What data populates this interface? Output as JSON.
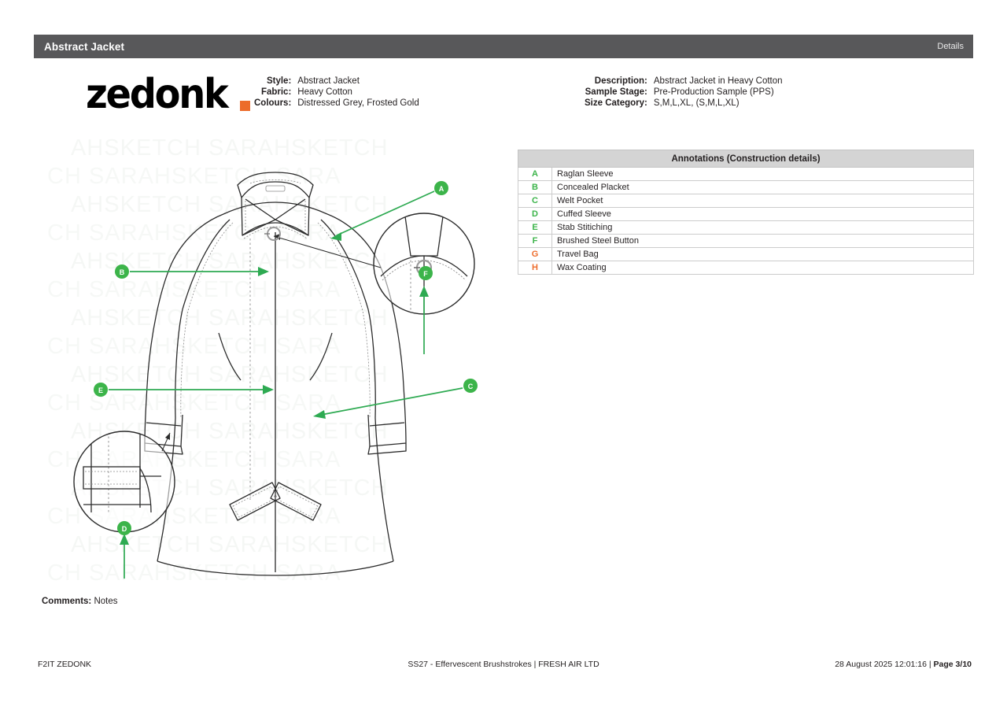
{
  "header": {
    "title": "Abstract Jacket",
    "right_label": "Details"
  },
  "brand": {
    "logo_text": "zedonk",
    "logo_dot_color": "#ec6c2b"
  },
  "info_left": [
    {
      "label": "Style:",
      "value": "Abstract Jacket"
    },
    {
      "label": "Fabric:",
      "value": "Heavy Cotton"
    },
    {
      "label": "Colours:",
      "value": "Distressed Grey, Frosted Gold"
    }
  ],
  "info_right": [
    {
      "label": "Description:",
      "value": "Abstract Jacket in Heavy Cotton"
    },
    {
      "label": "Sample Stage:",
      "value": "Pre-Production Sample (PPS)"
    },
    {
      "label": "Size Category:",
      "value": "S,M,L,XL, (S,M,L,XL)"
    }
  ],
  "sketch": {
    "watermark_text": "SARAHSKETCH",
    "markers": [
      "A",
      "B",
      "C",
      "D",
      "E",
      "F"
    ],
    "marker_color": "#34a853",
    "line_color": "#3a3a3a"
  },
  "annotations": {
    "title": "Annotations (Construction details)",
    "green_color": "#3cb44a",
    "orange_color": "#ed6d2d",
    "rows": [
      {
        "key": "A",
        "value": "Raglan Sleeve",
        "color": "green"
      },
      {
        "key": "B",
        "value": "Concealed Placket",
        "color": "green"
      },
      {
        "key": "C",
        "value": "Welt Pocket",
        "color": "green"
      },
      {
        "key": "D",
        "value": "Cuffed Sleeve",
        "color": "green"
      },
      {
        "key": "E",
        "value": "Stab Stitiching",
        "color": "green"
      },
      {
        "key": "F",
        "value": "Brushed Steel Button",
        "color": "green"
      },
      {
        "key": "G",
        "value": "Travel Bag",
        "color": "orange"
      },
      {
        "key": "H",
        "value": "Wax Coating",
        "color": "orange"
      }
    ]
  },
  "comments": {
    "label": "Comments:",
    "value": "Notes"
  },
  "footer": {
    "left": "F2IT ZEDONK",
    "center": "SS27 - Effervescent Brushstrokes | FRESH AIR LTD",
    "right_date": "28 August 2025 12:01:16 | ",
    "right_page": "Page 3/10"
  }
}
